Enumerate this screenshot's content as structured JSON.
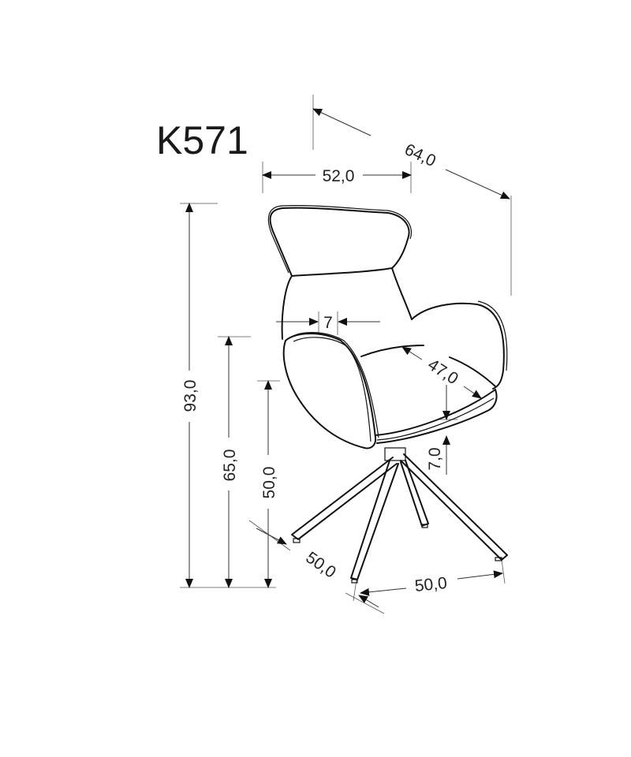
{
  "title": "K571",
  "dimensions": {
    "depth_total": "64,0",
    "width": "52,0",
    "height_total": "93,0",
    "armrest_height": "65,0",
    "seat_height": "50,0",
    "armrest_width": "7",
    "seat_depth": "47,0",
    "seat_thickness": "7,0",
    "base_depth": "50,0",
    "base_width": "50,0"
  }
}
